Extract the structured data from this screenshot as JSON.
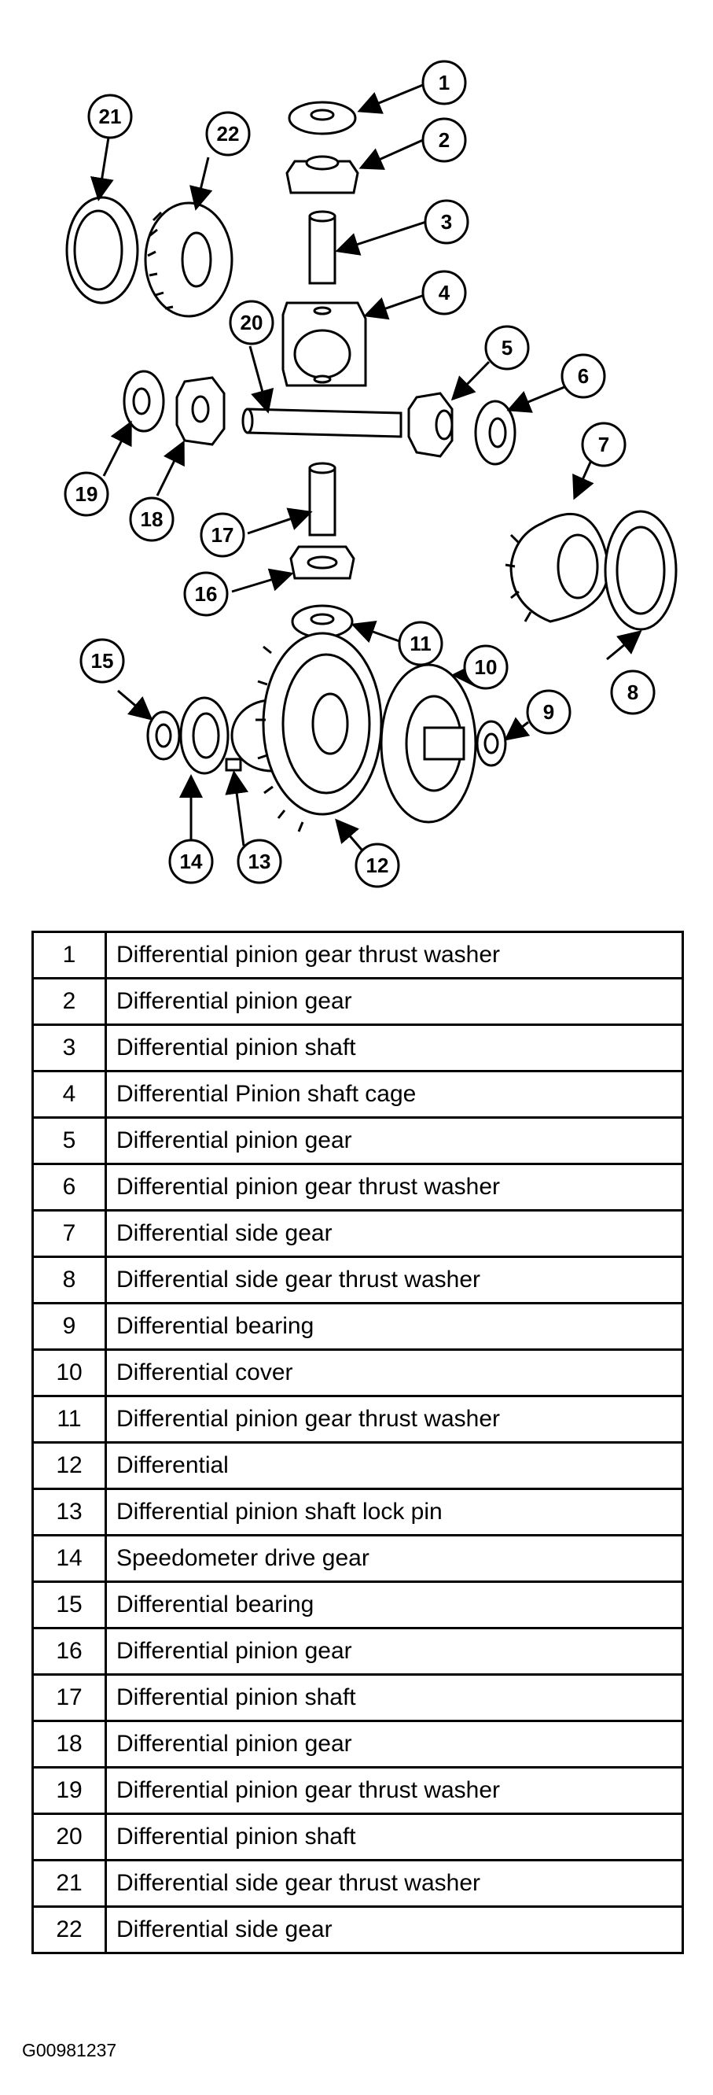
{
  "parts": [
    {
      "number": "1",
      "description": "Differential pinion gear thrust washer"
    },
    {
      "number": "2",
      "description": "Differential pinion gear"
    },
    {
      "number": "3",
      "description": "Differential pinion shaft"
    },
    {
      "number": "4",
      "description": "Differential Pinion shaft cage"
    },
    {
      "number": "5",
      "description": "Differential pinion gear"
    },
    {
      "number": "6",
      "description": "Differential pinion gear thrust washer"
    },
    {
      "number": "7",
      "description": "Differential side gear"
    },
    {
      "number": "8",
      "description": "Differential side gear thrust washer"
    },
    {
      "number": "9",
      "description": "Differential bearing"
    },
    {
      "number": "10",
      "description": "Differential cover"
    },
    {
      "number": "11",
      "description": "Differential pinion gear thrust washer"
    },
    {
      "number": "12",
      "description": "Differential"
    },
    {
      "number": "13",
      "description": "Differential pinion shaft lock pin"
    },
    {
      "number": "14",
      "description": "Speedometer drive gear"
    },
    {
      "number": "15",
      "description": "Differential bearing"
    },
    {
      "number": "16",
      "description": "Differential pinion gear"
    },
    {
      "number": "17",
      "description": "Differential pinion shaft"
    },
    {
      "number": "18",
      "description": "Differential pinion gear"
    },
    {
      "number": "19",
      "description": "Differential pinion gear thrust washer"
    },
    {
      "number": "20",
      "description": "Differential pinion shaft"
    },
    {
      "number": "21",
      "description": "Differential side gear thrust washer"
    },
    {
      "number": "22",
      "description": "Differential side gear"
    }
  ],
  "callouts": [
    "1",
    "2",
    "3",
    "4",
    "5",
    "6",
    "7",
    "8",
    "9",
    "10",
    "11",
    "12",
    "13",
    "14",
    "15",
    "16",
    "17",
    "18",
    "19",
    "20",
    "21",
    "22"
  ],
  "figure_code": "G00981237"
}
